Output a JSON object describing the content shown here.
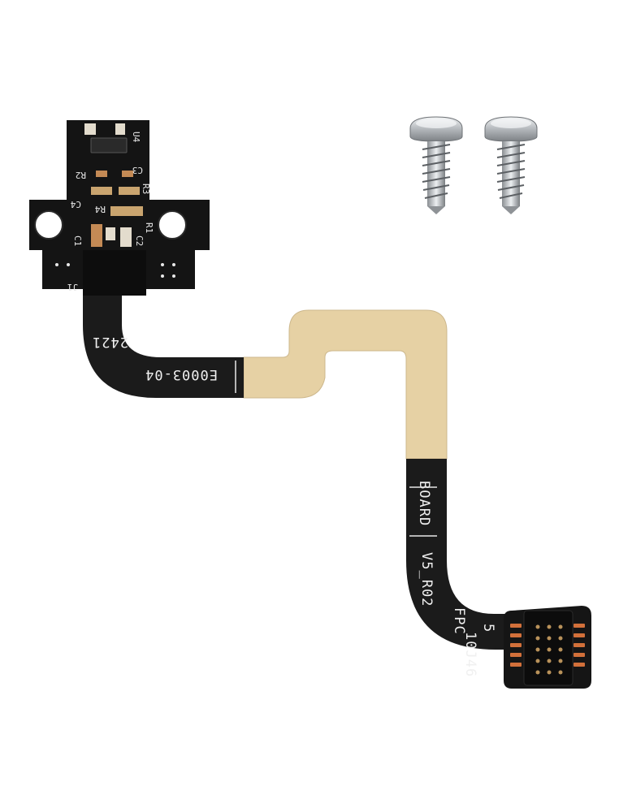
{
  "product": {
    "pcb_labels": {
      "u4": "U4",
      "c3": "C3",
      "r2": "R2",
      "r3": "R3",
      "c4": "C4",
      "r4": "R4",
      "c1": "C1",
      "r1": "R1",
      "c2": "C2",
      "j1": "J1"
    },
    "cable_labels": {
      "date_code": "2421",
      "part_number": "E0003-04",
      "board_label": "BOARD",
      "version": "V5_R02",
      "fpc": "FPC",
      "pin_index": "5",
      "connector": "10J46"
    }
  },
  "colors": {
    "background": "#ffffff",
    "pcb_black": "#141414",
    "flex_cable": "#e6d1a4",
    "flex_black": "#1b1b1b",
    "silkscreen": "#e8e8e8",
    "connector_pins": "#d2703a",
    "screw_metal": "#b8bcc0"
  }
}
